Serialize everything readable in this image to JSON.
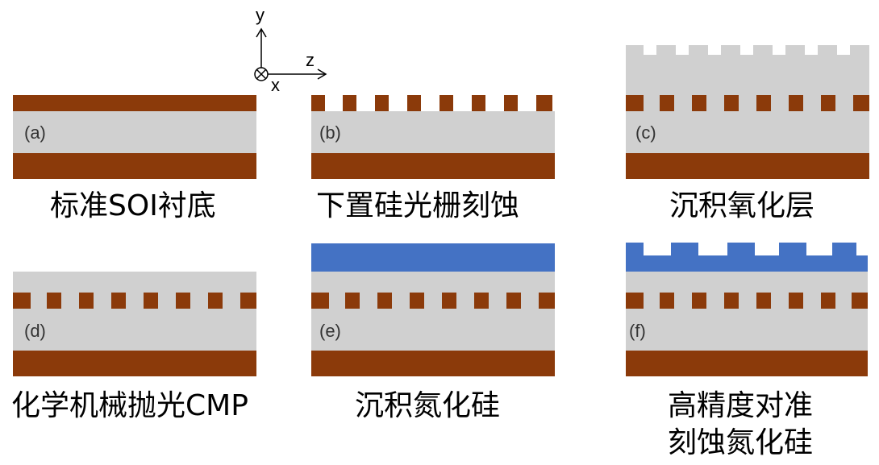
{
  "colors": {
    "silicon": "#8b3a0a",
    "oxide": "#d0d0d0",
    "nitride": "#4472c4"
  },
  "axes": {
    "y": "y",
    "z": "z",
    "x": "x"
  },
  "panels": [
    {
      "id": "a",
      "label": "(a)",
      "caption": "标准SOI衬底"
    },
    {
      "id": "b",
      "label": "(b)",
      "caption": "下置硅光栅刻蚀"
    },
    {
      "id": "c",
      "label": "(c)",
      "caption": "沉积氧化层"
    },
    {
      "id": "d",
      "label": "(d)",
      "caption": "化学机械抛光CMP"
    },
    {
      "id": "e",
      "label": "(e)",
      "caption": "沉积氮化硅"
    },
    {
      "id": "f",
      "label": "(f)",
      "caption_line1": "高精度对准",
      "caption_line2": "刻蚀氮化硅"
    }
  ]
}
